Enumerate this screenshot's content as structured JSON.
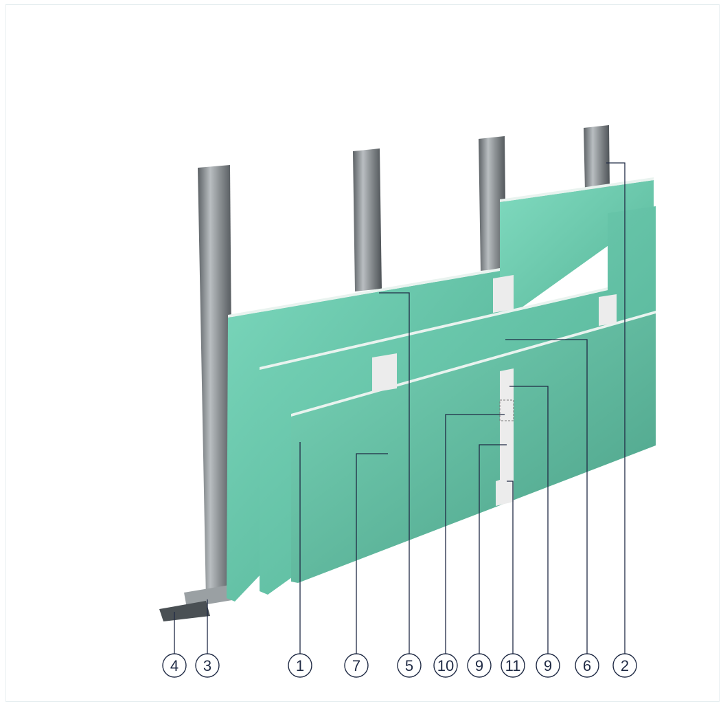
{
  "diagram": {
    "callouts": [
      {
        "label": "4"
      },
      {
        "label": "3"
      },
      {
        "label": "1"
      },
      {
        "label": "7"
      },
      {
        "label": "5"
      },
      {
        "label": "10"
      },
      {
        "label": "9"
      },
      {
        "label": "11"
      },
      {
        "label": "9"
      },
      {
        "label": "6"
      },
      {
        "label": "2"
      }
    ],
    "colors": {
      "board": "#6fd0b4",
      "board_dark": "#4faf93",
      "board_edge": "#e9f3ef",
      "stud": "#8e9396",
      "stud_dark": "#5c6165",
      "leader": "#1f2a44",
      "tape": "#ececec"
    }
  }
}
